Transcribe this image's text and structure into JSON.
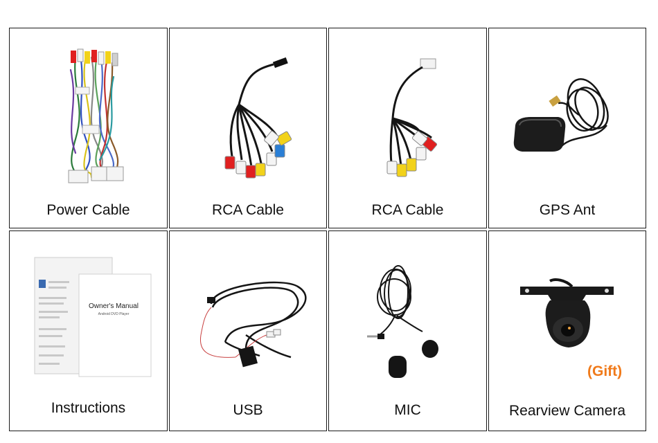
{
  "products": [
    {
      "label": "Power Cable",
      "icon": "power-cable-harness"
    },
    {
      "label": "RCA Cable",
      "icon": "rca-cable-8-plugs"
    },
    {
      "label": "RCA Cable",
      "icon": "rca-cable-6-plugs"
    },
    {
      "label": "GPS Ant",
      "icon": "gps-antenna"
    },
    {
      "label": "Instructions",
      "icon": "owners-manual",
      "manual_title": "Owner's Manual",
      "manual_subtitle": "Android DVD Player"
    },
    {
      "label": "USB",
      "icon": "usb-cable"
    },
    {
      "label": "MIC",
      "icon": "microphone"
    },
    {
      "label": "Rearview Camera",
      "icon": "rearview-camera",
      "badge": "(Gift)"
    }
  ],
  "colors": {
    "border": "#1a1a1a",
    "gift": "#f07a1a",
    "rca_red": "#e02020",
    "rca_yellow": "#f2d21a",
    "rca_white": "#f4f4f4",
    "rca_blue": "#2a7fd6"
  }
}
